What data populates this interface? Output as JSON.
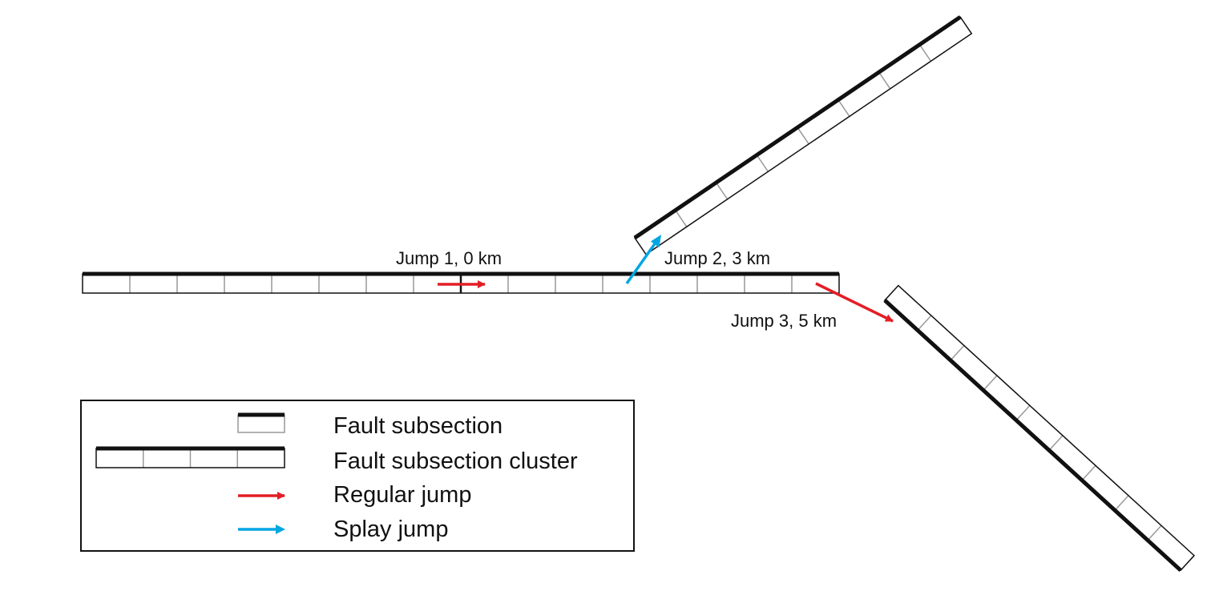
{
  "jumps": [
    {
      "label": "Jump 1, 0 km",
      "kind": "regular"
    },
    {
      "label": "Jump 2, 3 km",
      "kind": "splay"
    },
    {
      "label": "Jump 3, 5 km",
      "kind": "regular"
    }
  ],
  "legend": {
    "subsection": "Fault subsection",
    "cluster": "Fault subsection cluster",
    "regular": "Regular jump",
    "splay": "Splay jump"
  },
  "colors": {
    "regular_jump": "#e31e25",
    "splay_jump": "#00a6e2",
    "fault_trace": "#111111",
    "subsection_divider": "#999999"
  }
}
